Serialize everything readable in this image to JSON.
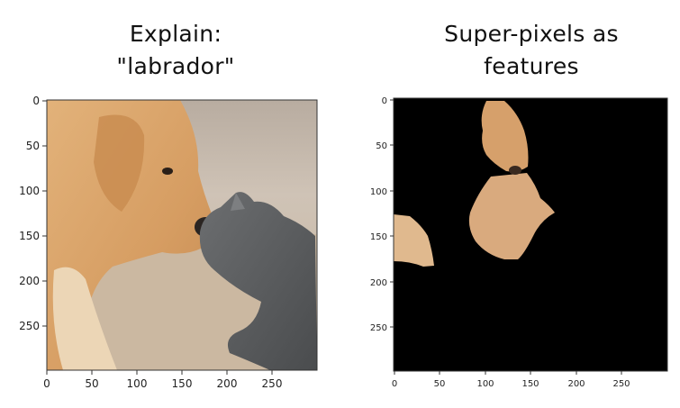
{
  "left_panel": {
    "caption_line1": "Explain:",
    "caption_line2": "\"labrador\"",
    "x_ticks": [
      "0",
      "50",
      "100",
      "150",
      "200",
      "250"
    ],
    "y_ticks": [
      "0",
      "50",
      "100",
      "150",
      "200",
      "250"
    ]
  },
  "right_panel": {
    "caption_line1": "Super-pixels as",
    "caption_line2": "features",
    "x_ticks": [
      "0",
      "50",
      "100",
      "150",
      "200",
      "250"
    ],
    "y_ticks": [
      "0",
      "50",
      "100",
      "150",
      "200",
      "250"
    ]
  },
  "colors": {
    "dog_fur": "#d9a56a",
    "cat_fur": "#5f6163",
    "carpet": "#c9b7a2",
    "mask_background": "#000000"
  }
}
